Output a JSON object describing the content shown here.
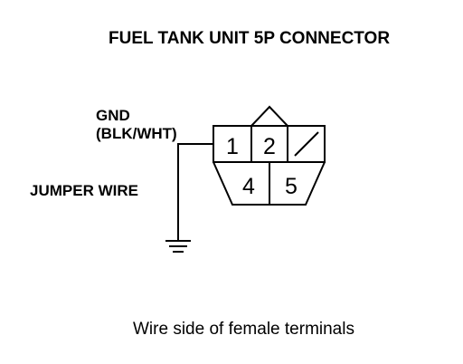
{
  "title": "FUEL TANK UNIT 5P CONNECTOR",
  "labels": {
    "gnd": "GND",
    "gnd_color": "(BLK/WHT)",
    "jumper_wire": "JUMPER WIRE"
  },
  "terminals": {
    "t1": "1",
    "t2": "2",
    "t4": "4",
    "t5": "5"
  },
  "caption": "Wire side of female terminals",
  "icons": {
    "ground": "ground-symbol-icon",
    "unused_cavity": "diagonal-slash-icon"
  },
  "colors": {
    "line": "#000000",
    "background": "#ffffff"
  }
}
